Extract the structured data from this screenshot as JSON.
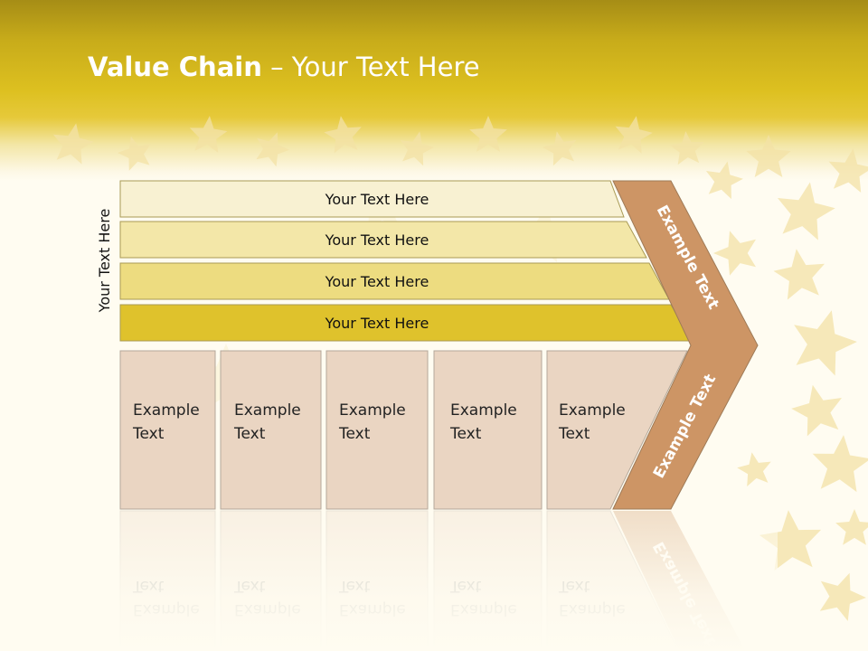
{
  "slide": {
    "title_bold": "Value Chain",
    "title_rest": " – Your Text Here",
    "side_label": "Your Text Here"
  },
  "bars": [
    {
      "label": "Your Text Here",
      "color": "#f8f1d2"
    },
    {
      "label": "Your Text Here",
      "color": "#f3e7a8"
    },
    {
      "label": "Your Text Here",
      "color": "#eddc80"
    },
    {
      "label": "Your Text Here",
      "color": "#dfc22c"
    }
  ],
  "boxes": [
    {
      "line1": "Example",
      "line2": "Text"
    },
    {
      "line1": "Example",
      "line2": "Text"
    },
    {
      "line1": "Example",
      "line2": "Text"
    },
    {
      "line1": "Example",
      "line2": "Text"
    },
    {
      "line1": "Example",
      "line2": "Text"
    }
  ],
  "chevron": {
    "upper_text": "Example Text",
    "lower_text": "Example Text",
    "color": "#cd9565"
  },
  "colors": {
    "box_fill": "#ead5c2",
    "box_stroke": "#b4a89a",
    "bar_stroke": "#a99a55",
    "star": "#f3e2a6"
  }
}
